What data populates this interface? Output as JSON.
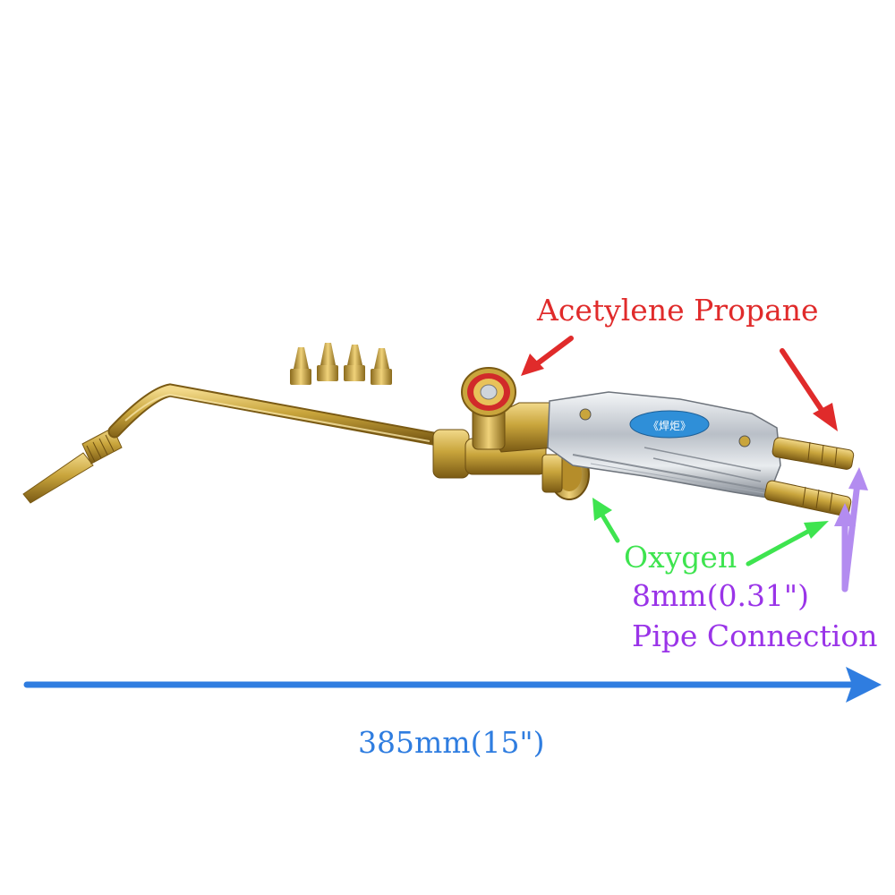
{
  "annotations": {
    "acetylene_label": "Acetylene Propane",
    "oxygen_label": "Oxygen",
    "pipe_size_label": "8mm(0.31\")",
    "pipe_connection_label": "Pipe Connection",
    "length_label": "385mm(15\")",
    "handle_badge_text": "《焊炬》"
  },
  "colors": {
    "acetylene": "#e02b2b",
    "oxygen": "#3ee44f",
    "pipe": "#9a34e8",
    "length": "#2f7de0",
    "brass": "#c9a53c",
    "chrome": "#c7ccd3"
  },
  "objects": {
    "spare_nozzle_count": 4
  }
}
